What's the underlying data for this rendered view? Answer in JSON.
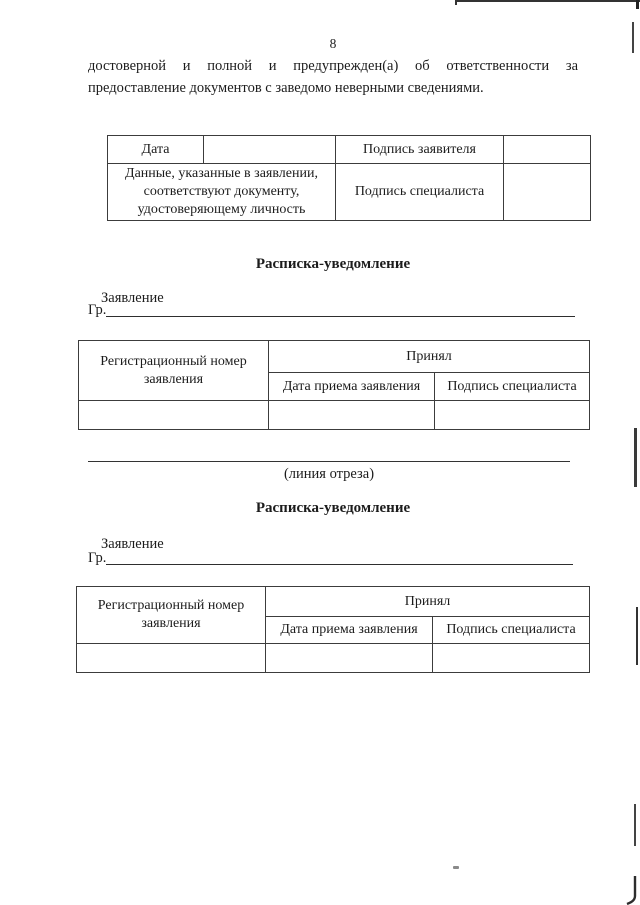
{
  "page": {
    "number": "8"
  },
  "intro_paragraph": "достоверной и полной и предупрежден(а) об ответственности за предоставление документов с заведомо неверными сведениями.",
  "signature_table": {
    "date_label": "Дата",
    "applicant_sign_label": "Подпись заявителя",
    "data_check_label": "Данные, указанные в заявлении, соответствуют документу, удостоверяющему личность",
    "specialist_sign_label": "Подпись специалиста"
  },
  "cut_line_label": "(линия отреза)",
  "receipts": [
    {
      "heading": "Расписка-уведомление",
      "application_label": "Заявление",
      "citizen_label": "Гр.",
      "table": {
        "reg_number_header": "Регистрационный номер заявления",
        "accepted_header": "Принял",
        "date_header": "Дата приема заявления",
        "sign_header": "Подпись специалиста"
      }
    },
    {
      "heading": "Расписка-уведомление",
      "application_label": "Заявление",
      "citizen_label": "Гр.",
      "table": {
        "reg_number_header": "Регистрационный номер заявления",
        "accepted_header": "Принял",
        "date_header": "Дата приема заявления",
        "sign_header": "Подпись специалиста"
      }
    }
  ]
}
